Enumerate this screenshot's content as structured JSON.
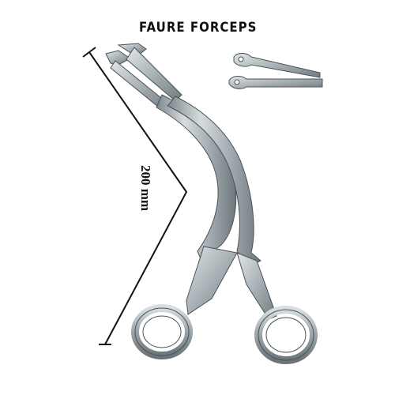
{
  "product": {
    "title": "FAURE FORCEPS",
    "dimension_label": "200 mm"
  },
  "colors": {
    "background": "#ffffff",
    "text": "#111111",
    "steel_light": "#c9d0d3",
    "steel_mid": "#9ea8ad",
    "steel_dark": "#5f686d",
    "outline": "#4a5256"
  },
  "icons": {
    "main_image": "forceps-illustration",
    "detail_image": "forceps-tip-detail"
  }
}
